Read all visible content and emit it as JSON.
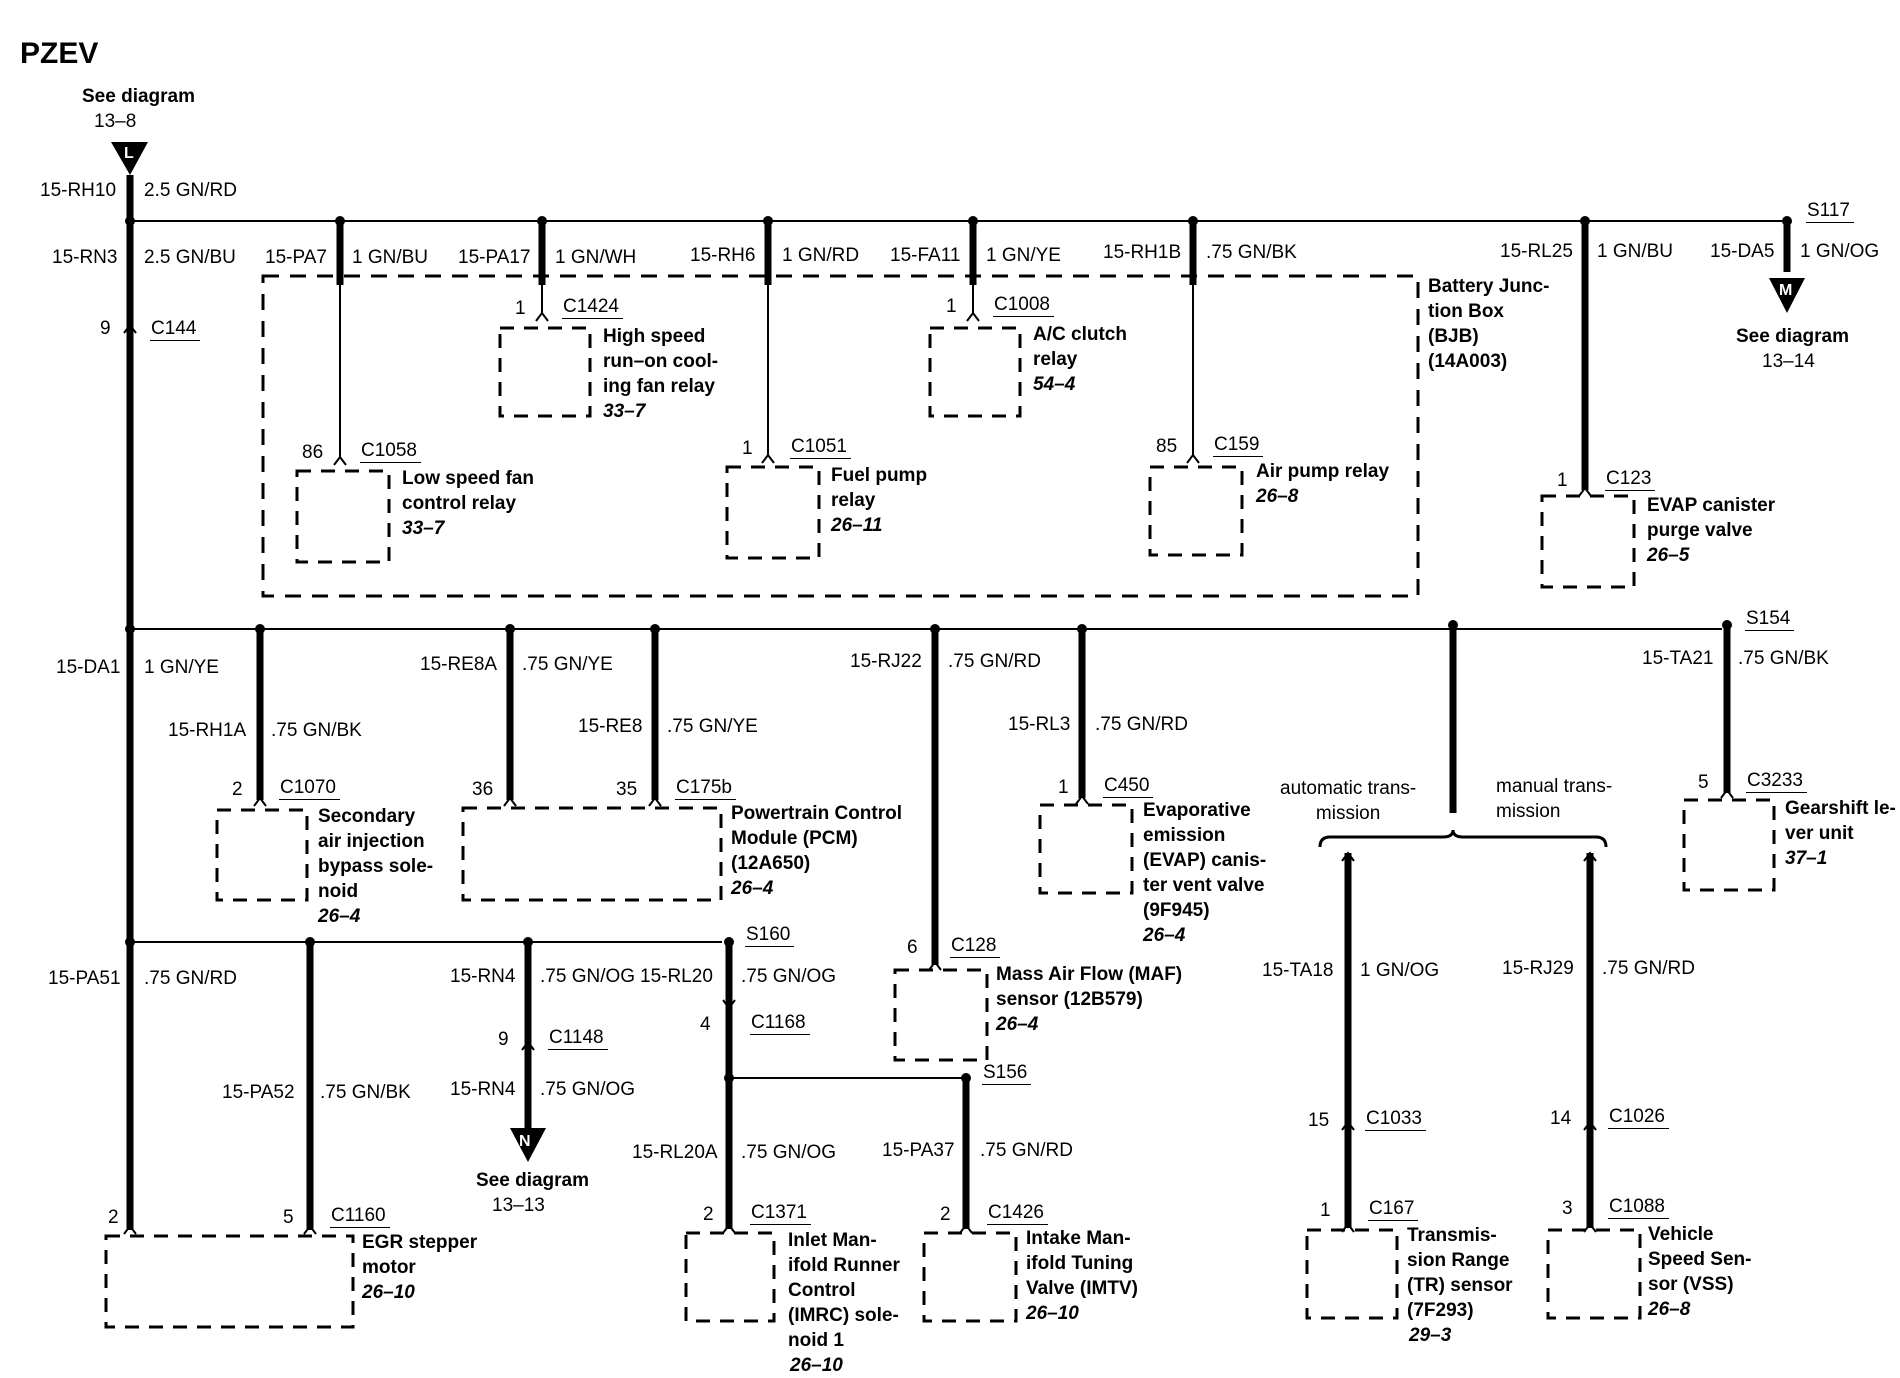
{
  "header": {
    "title": "PZEV"
  },
  "offpage": {
    "L": {
      "letter": "L",
      "caption": "See diagram",
      "ref": "13–8"
    },
    "M": {
      "letter": "M",
      "caption": "See diagram",
      "ref": "13–14"
    },
    "N": {
      "letter": "N",
      "caption": "See diagram",
      "ref": "13–13"
    }
  },
  "splices": {
    "s117": "S117",
    "s154": "S154",
    "s160": "S160",
    "s156": "S156"
  },
  "connectors": {
    "c144": "C144",
    "c1058": "C1058",
    "c1424": "C1424",
    "c1051": "C1051",
    "c1008": "C1008",
    "c159": "C159",
    "c123": "C123",
    "c1070": "C1070",
    "c175b": "C175b",
    "c128": "C128",
    "c450": "C450",
    "c3233": "C3233",
    "c1148": "C1148",
    "c1168": "C1168",
    "c1160": "C1160",
    "c1371": "C1371",
    "c1426": "C1426",
    "c1033": "C1033",
    "c1026": "C1026",
    "c167": "C167",
    "c1088": "C1088"
  },
  "pins": {
    "p9a": "9",
    "p86": "86",
    "p1a": "1",
    "p1b": "1",
    "p1c": "1",
    "p85": "85",
    "p1d": "1",
    "p2a": "2",
    "p36": "36",
    "p35": "35",
    "p6": "6",
    "p1e": "1",
    "p5a": "5",
    "p9b": "9",
    "p4": "4",
    "p2b": "2",
    "p5b": "5",
    "p2c": "2",
    "p2d": "2",
    "p15": "15",
    "p14": "14",
    "p1f": "1",
    "p3": "3"
  },
  "circuits": {
    "rh10": {
      "id": "15-RH10",
      "wire": "2.5 GN/RD"
    },
    "rn3": {
      "id": "15-RN3",
      "wire": "2.5 GN/BU"
    },
    "pa7": {
      "id": "15-PA7",
      "wire": "1 GN/BU"
    },
    "pa17": {
      "id": "15-PA17",
      "wire": "1 GN/WH"
    },
    "rh6": {
      "id": "15-RH6",
      "wire": "1 GN/RD"
    },
    "fa11": {
      "id": "15-FA11",
      "wire": "1 GN/YE"
    },
    "rh1b": {
      "id": "15-RH1B",
      "wire": ".75 GN/BK"
    },
    "rl25": {
      "id": "15-RL25",
      "wire": "1 GN/BU"
    },
    "da5": {
      "id": "15-DA5",
      "wire": "1 GN/OG"
    },
    "da1": {
      "id": "15-DA1",
      "wire": "1 GN/YE"
    },
    "rh1a": {
      "id": "15-RH1A",
      "wire": ".75 GN/BK"
    },
    "re8a": {
      "id": "15-RE8A",
      "wire": ".75 GN/YE"
    },
    "re8": {
      "id": "15-RE8",
      "wire": ".75 GN/YE"
    },
    "rj22": {
      "id": "15-RJ22",
      "wire": ".75 GN/RD"
    },
    "rl3": {
      "id": "15-RL3",
      "wire": ".75 GN/RD"
    },
    "ta21": {
      "id": "15-TA21",
      "wire": ".75 GN/BK"
    },
    "pa51": {
      "id": "15-PA51",
      "wire": ".75 GN/RD"
    },
    "pa52": {
      "id": "15-PA52",
      "wire": ".75 GN/BK"
    },
    "rn4a": {
      "id": "15-RN4",
      "wire": ".75 GN/OG"
    },
    "rn4b": {
      "id": "15-RN4",
      "wire": ".75 GN/OG"
    },
    "rl20": {
      "id": "15-RL20",
      "wire": ".75 GN/OG"
    },
    "rl20a": {
      "id": "15-RL20A",
      "wire": ".75 GN/OG"
    },
    "pa37": {
      "id": "15-PA37",
      "wire": ".75 GN/RD"
    },
    "ta18": {
      "id": "15-TA18",
      "wire": "1 GN/OG"
    },
    "rj29": {
      "id": "15-RJ29",
      "wire": ".75 GN/RD"
    }
  },
  "components": {
    "bjb": {
      "name": "Battery Junc-\ntion Box\n(BJB)\n(14A003)"
    },
    "hs_fan": {
      "name": "High speed\nrun–on cool-\ning fan relay",
      "ref": "33–7"
    },
    "ls_fan": {
      "name": "Low speed fan\ncontrol relay",
      "ref": "33–7"
    },
    "fuel_pump": {
      "name": "Fuel pump\nrelay",
      "ref": "26–11"
    },
    "ac_clutch": {
      "name": "A/C clutch\nrelay",
      "ref": "54–4"
    },
    "air_pump": {
      "name": "Air pump relay",
      "ref": "26–8"
    },
    "evap_purge": {
      "name": "EVAP canister\npurge valve",
      "ref": "26–5"
    },
    "sec_air": {
      "name": "Secondary\nair injection\nbypass sole-\nnoid",
      "ref": "26–4"
    },
    "pcm": {
      "name": "Powertrain Control\nModule (PCM)\n(12A650)",
      "ref": "26–4"
    },
    "evap_vent": {
      "name": "Evaporative\nemission\n(EVAP) canis-\nter vent valve\n(9F945)",
      "ref": "26–4"
    },
    "gearshift": {
      "name": "Gearshift le-\nver unit",
      "ref": "37–1"
    },
    "maf": {
      "name": "Mass Air Flow (MAF)\nsensor (12B579)",
      "ref": "26–4"
    },
    "egr": {
      "name": "EGR stepper\nmotor",
      "ref": "26–10"
    },
    "imrc": {
      "name": "Inlet Man-\nifold Runner\nControl\n(IMRC) sole-\nnoid 1",
      "ref": "26–10"
    },
    "imtv": {
      "name": "Intake Man-\nifold Tuning\nValve (IMTV)",
      "ref": "26–10"
    },
    "tr": {
      "name": "Transmis-\nsion Range\n(TR) sensor\n(7F293)",
      "ref": "29–3"
    },
    "vss": {
      "name": "Vehicle\nSpeed Sen-\nsor (VSS)",
      "ref": "26–8"
    }
  },
  "branch_labels": {
    "auto": "automatic trans-\nmission",
    "manual": "manual trans-\nmission"
  }
}
